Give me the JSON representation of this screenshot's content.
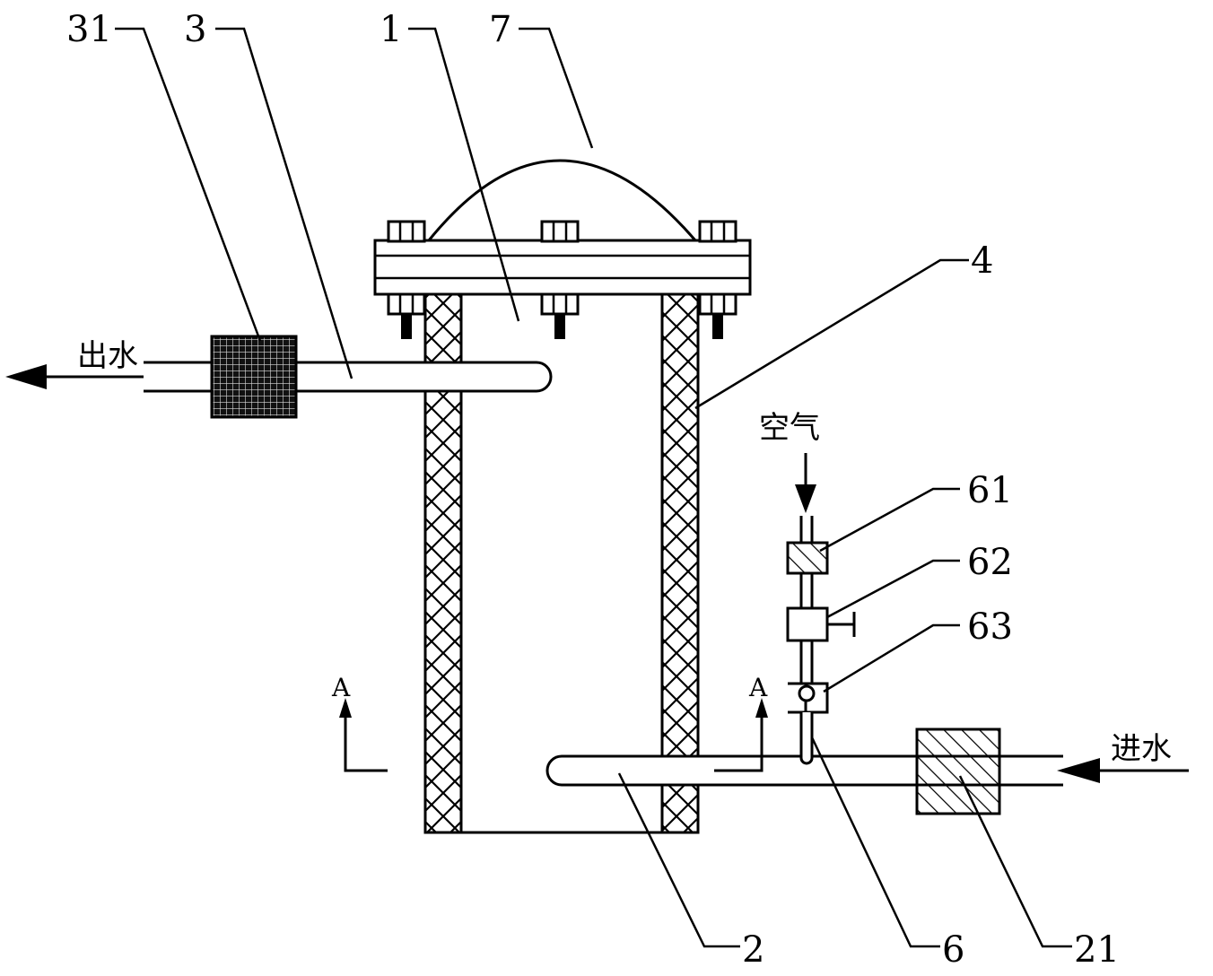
{
  "labels": {
    "n31": "31",
    "n3": "3",
    "n1": "1",
    "n7": "7",
    "n4": "4",
    "n61": "61",
    "n62": "62",
    "n63": "63",
    "n2": "2",
    "n6": "6",
    "n21": "21"
  },
  "text": {
    "outlet": "出水",
    "inlet": "进水",
    "air": "空气",
    "section_left": "A",
    "section_right": "A"
  }
}
